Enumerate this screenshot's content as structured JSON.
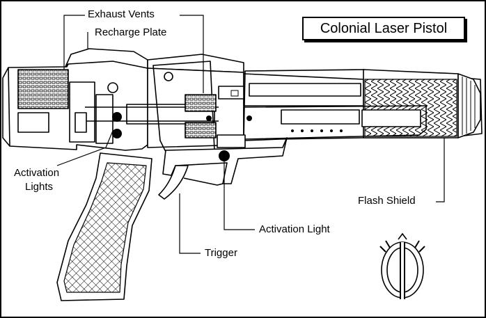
{
  "title": "Colonial Laser Pistol",
  "labels": {
    "exhaust_vents": "Exhaust Vents",
    "recharge_plate": "Recharge Plate",
    "activation_lights": "Activation",
    "activation_lights_2": "Lights",
    "flash_shield": "Flash Shield",
    "activation_light": "Activation Light",
    "trigger": "Trigger"
  },
  "colors": {
    "ink": "#000000",
    "paper": "#ffffff"
  },
  "icons": {
    "emblem": "colonial-emblem-icon"
  }
}
